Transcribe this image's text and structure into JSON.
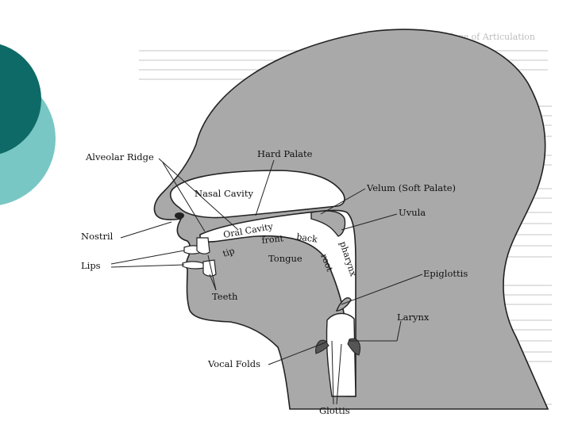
{
  "colors": {
    "teal_dark": "#0e6a66",
    "teal_light": "#79c7c4",
    "head_fill": "#a9a9a9",
    "outline": "#222222"
  },
  "diagram": {
    "labels": {
      "alveolar_ridge": "Alveolar Ridge",
      "hard_palate": "Hard Palate",
      "nasal_cavity": "Nasal Cavity",
      "velum": "Velum (Soft Palate)",
      "uvula": "Uvula",
      "nostril": "Nostril",
      "oral_cavity": "Oral Cavity",
      "front": "front",
      "back": "back",
      "tip": "tip",
      "tongue": "Tongue",
      "pharynx": "pharynx",
      "root": "root",
      "lips": "Lips",
      "teeth": "Teeth",
      "epiglottis": "Epiglottis",
      "larynx": "Larynx",
      "vocal_folds": "Vocal Folds",
      "glottis": "Glottis"
    },
    "background_text": {
      "heading": "Place of Articulation"
    }
  }
}
